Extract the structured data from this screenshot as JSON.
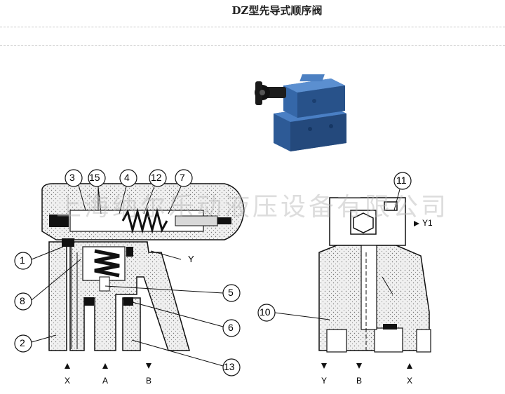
{
  "title": "DZ型先导式顺序阀",
  "watermark": "上海纳尔乐动液压设备有限公司",
  "left_diagram": {
    "callouts": [
      "3",
      "15",
      "4",
      "12",
      "7",
      "1",
      "8",
      "2",
      "Y",
      "5",
      "6",
      "13"
    ],
    "ports": [
      {
        "arrow": "up",
        "label": "X"
      },
      {
        "arrow": "up",
        "label": "A"
      },
      {
        "arrow": "down",
        "label": "B"
      }
    ]
  },
  "right_diagram": {
    "callouts": [
      "11",
      "10"
    ],
    "y1_label": "Y1",
    "ports": [
      {
        "arrow": "down",
        "label": "Y"
      },
      {
        "arrow": "down",
        "label": "B"
      },
      {
        "arrow": "up",
        "label": "X"
      }
    ]
  },
  "colors": {
    "valve_body": "#2f5f9e",
    "valve_body_light": "#4a7fc4",
    "knob": "#222222",
    "line": "#111111",
    "section_fill": "#ededed"
  }
}
